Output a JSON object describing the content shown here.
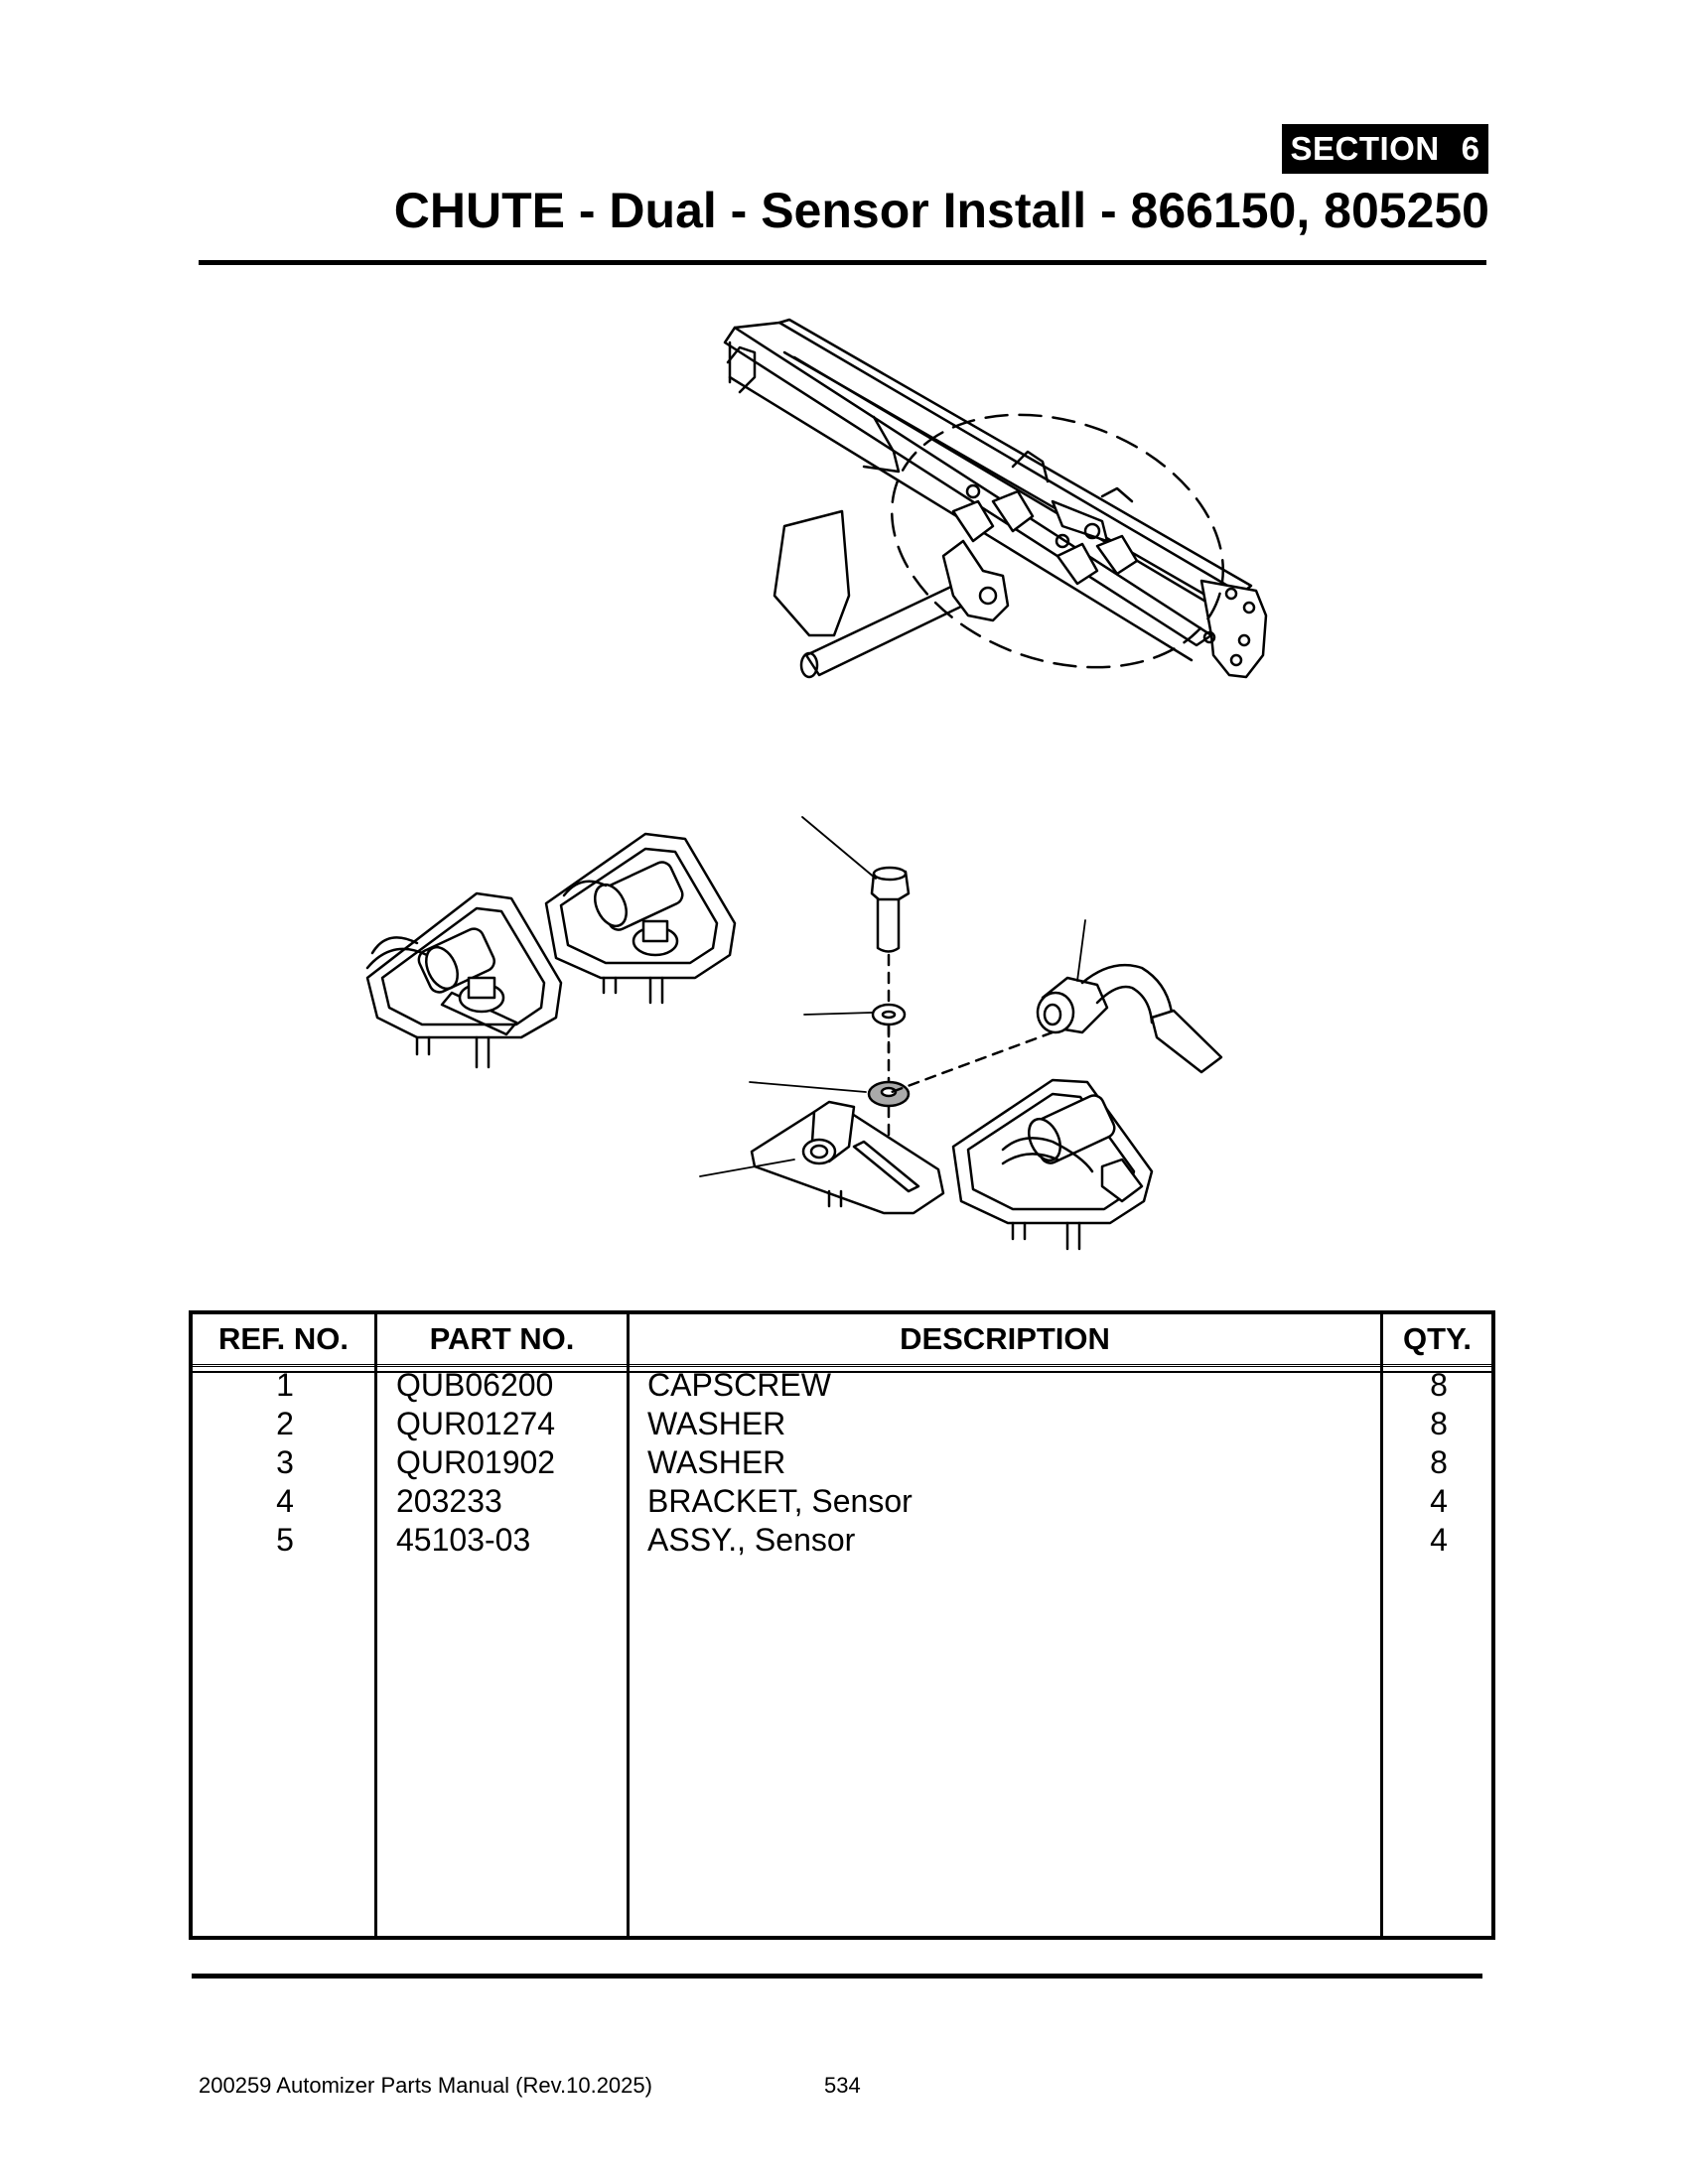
{
  "header": {
    "section_label": "SECTION",
    "section_number": "6",
    "title": "CHUTE - Dual - Sensor Install - 866150, 805250"
  },
  "table": {
    "headers": {
      "ref": "REF. NO.",
      "part": "PART NO.",
      "desc": "DESCRIPTION",
      "qty": "QTY."
    },
    "rows": [
      {
        "ref": "1",
        "part": "QUB06200",
        "desc": "CAPSCREW",
        "qty": "8"
      },
      {
        "ref": "2",
        "part": "QUR01274",
        "desc": "WASHER",
        "qty": "8"
      },
      {
        "ref": "3",
        "part": "QUR01902",
        "desc": "WASHER",
        "qty": "8"
      },
      {
        "ref": "4",
        "part": "203233",
        "desc": "BRACKET, Sensor",
        "qty": "4"
      },
      {
        "ref": "5",
        "part": "45103-03",
        "desc": "ASSY., Sensor",
        "qty": "4"
      }
    ]
  },
  "footer": {
    "manual": "200259 Automizer Parts Manual (Rev.10.2025)",
    "page_number": "534"
  }
}
